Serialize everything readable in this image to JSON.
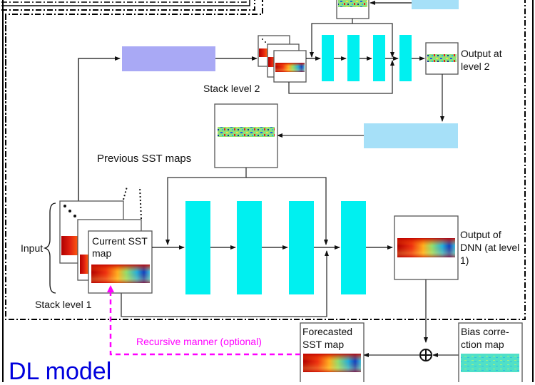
{
  "title": "DL model",
  "colors": {
    "conv_layer": "#00f0f0",
    "downsample_block": "#a9a9f5",
    "upsample_block": "#a6e0f8",
    "recursive_arrow": "#ff00ff",
    "title": "#0000dd",
    "frame": "#000000"
  },
  "labels": {
    "previous_sst_maps": "Previous SST maps",
    "input": "Input",
    "current_sst_map": "Current SST map",
    "stack_level_1": "Stack level 1",
    "stack_level_2": "Stack level 2",
    "output_level_2": "Output at level 2",
    "output_dnn": "Output of DNN (at level 1)",
    "forecasted_sst_map": "Forecasted SST map",
    "bias_correction_map": "Bias corre- ction map",
    "recursive_manner": "Recursive manner (optional)",
    "dl_model": "DL model",
    "sum_symbol": "⊕"
  }
}
